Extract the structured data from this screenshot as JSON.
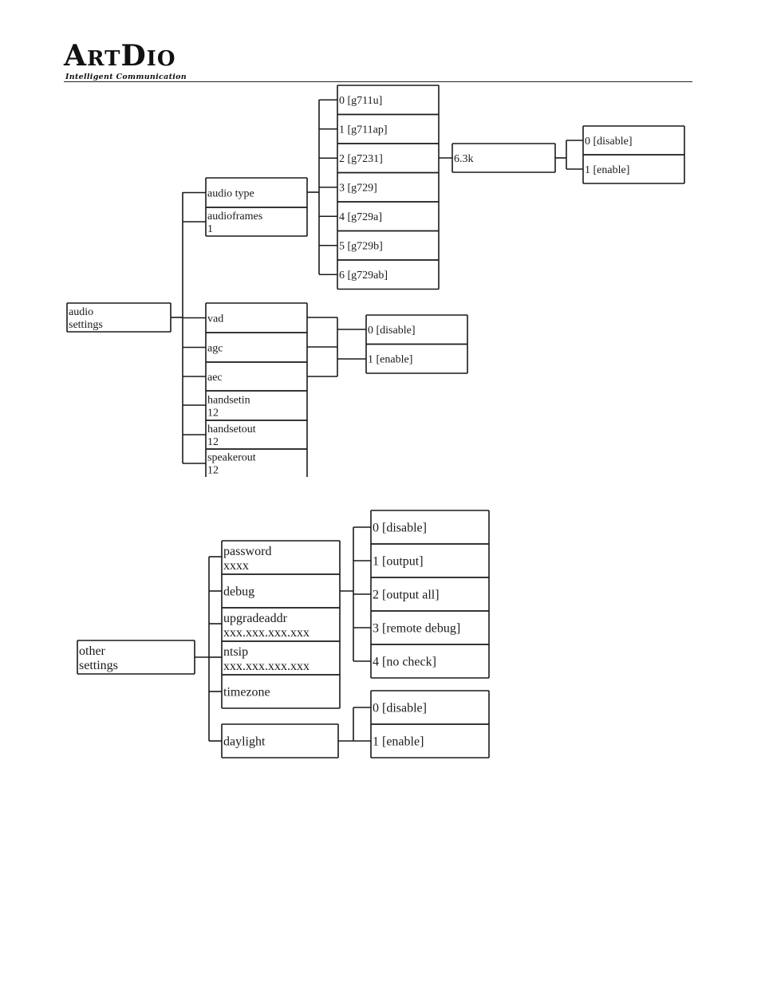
{
  "header": {
    "logo_text_parts": [
      "A",
      "RT",
      "D",
      "IO"
    ],
    "tagline": "Intelligent Communication"
  },
  "audio_settings": {
    "root": {
      "line1": "audio",
      "line2": "settings"
    },
    "children": [
      {
        "line1": "audio type",
        "line2": ""
      },
      {
        "line1": "audioframes",
        "line2": "1"
      },
      {
        "line1": "vad",
        "line2": ""
      },
      {
        "line1": "agc",
        "line2": ""
      },
      {
        "line1": "aec",
        "line2": ""
      },
      {
        "line1": "handsetin",
        "line2": "12"
      },
      {
        "line1": "handsetout",
        "line2": "12"
      },
      {
        "line1": "speakerout",
        "line2": "12"
      }
    ],
    "audio_types": [
      "0 [g711u]",
      "1 [g711ap]",
      "2 [g7231]",
      "3 [g729]",
      "4 [g729a]",
      "5 [g729b]",
      "6 [g729ab]"
    ],
    "g7231_rate": "6.3k",
    "g7231_options": [
      "0 [disable]",
      "1 [enable]"
    ],
    "vad_agc_aec_options": [
      "0 [disable]",
      "1 [enable]"
    ]
  },
  "other_settings": {
    "root": {
      "line1": "other",
      "line2": "settings"
    },
    "children": [
      {
        "line1": "password",
        "line2": "xxxx"
      },
      {
        "line1": "debug",
        "line2": ""
      },
      {
        "line1": "upgradeaddr",
        "line2": "xxx.xxx.xxx.xxx"
      },
      {
        "line1": "ntsip",
        "line2": "xxx.xxx.xxx.xxx"
      },
      {
        "line1": "timezone",
        "line2": ""
      },
      {
        "line1": "daylight",
        "line2": ""
      }
    ],
    "debug_options": [
      "0 [disable]",
      "1 [output]",
      "2 [output all]",
      "3 [remote debug]",
      "4 [no check]"
    ],
    "daylight_options": [
      "0 [disable]",
      "1 [enable]"
    ]
  }
}
